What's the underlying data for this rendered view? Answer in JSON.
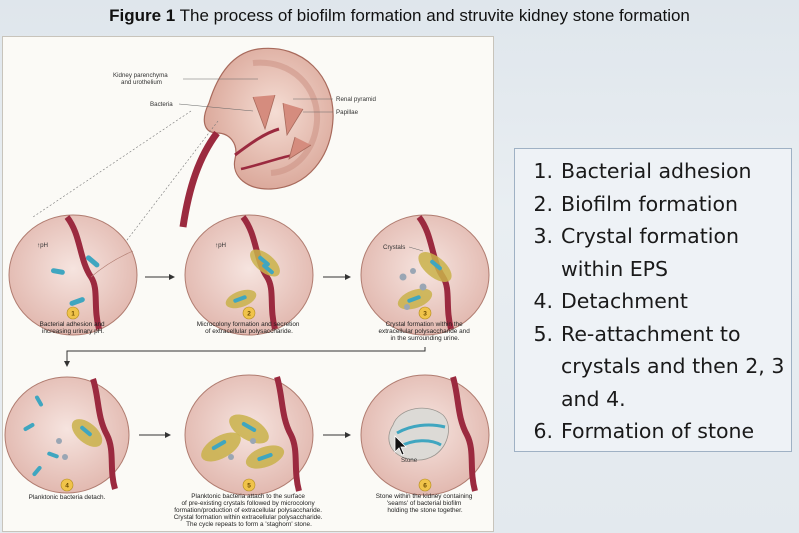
{
  "title": {
    "prefix": "Figure 1",
    "text": " The process of biofilm formation and struvite kidney stone formation"
  },
  "kidney_labels": {
    "parenchyma_line1": "Kidney parenchyma",
    "parenchyma_line2": "and urothelium",
    "bacteria": "Bacteria",
    "renal_pyramid": "Renal pyramid",
    "papillae": "Papillae"
  },
  "panel_labels": {
    "ph1": "↑pH",
    "ph2": "↑pH",
    "crystals": "Crystals",
    "stone": "Stone"
  },
  "badges": [
    "1",
    "2",
    "3",
    "4",
    "5",
    "6"
  ],
  "captions": {
    "c1": [
      "Bacterial adhesion and",
      "increasing urinary pH."
    ],
    "c2": [
      "Microcolony formation and secretion",
      "of extracellular polysaccharide."
    ],
    "c3": [
      "Crystal formation within the",
      "extracellular polysaccharide and",
      "in the surrounding urine."
    ],
    "c4": [
      "Planktonic bacteria detach."
    ],
    "c5": [
      "Planktonic bacteria attach to the surface",
      "of pre-existing crystals followed by microcolony",
      "formation/production of extracellular polysaccharide.",
      "Crystal formation within extracellular polysaccharide.",
      "The cycle repeats to form a 'staghorn' stone."
    ],
    "c6": [
      "Stone within the kidney containing",
      "'seams' of bacterial biofilm",
      "holding the stone together."
    ]
  },
  "steps": [
    {
      "num": "1.",
      "text": "Bacterial adhesion"
    },
    {
      "num": "2.",
      "text": "Biofilm formation"
    },
    {
      "num": "3.",
      "text": "Crystal formation within EPS"
    },
    {
      "num": "4.",
      "text": "Detachment"
    },
    {
      "num": "5.",
      "text": "Re-attachment to crystals and then 2, 3 and 4."
    },
    {
      "num": "6.",
      "text": "Formation of stone"
    }
  ],
  "colors": {
    "tissue": "#9b2a3f",
    "disc_fill": "#efd3cc",
    "bacteria": "#3fa6c0",
    "eps": "#c9b24a",
    "badge": "#f0c34a"
  }
}
